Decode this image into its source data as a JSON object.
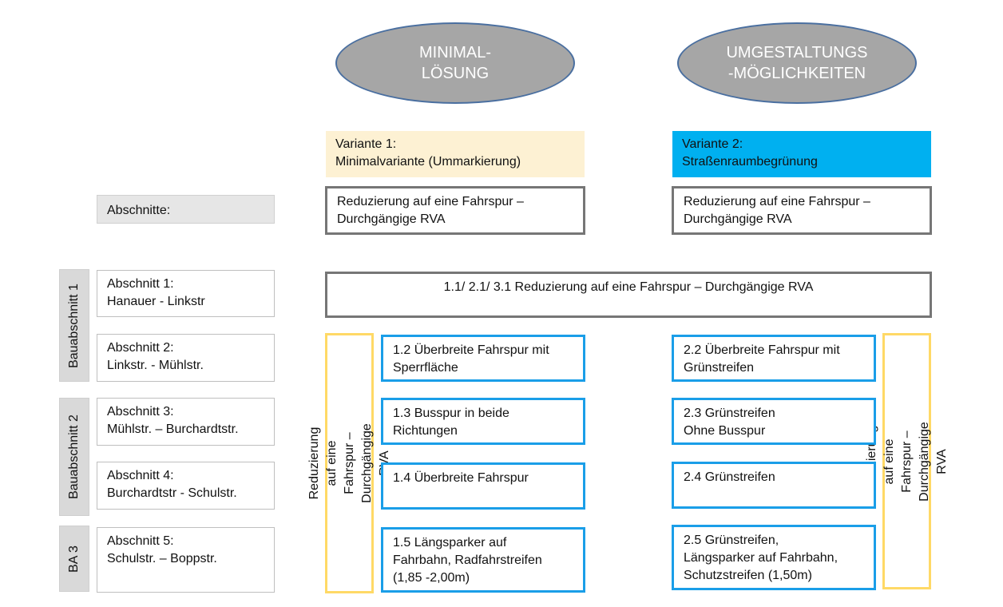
{
  "headers": {
    "minimal": "MINIMAL-\nLÖSUNG",
    "umgestaltung": "UMGESTALTUNGS\n-MÖGLICHKEITEN"
  },
  "variants": {
    "v1": "Variante 1:\nMinimalvariante (Ummarkierung)",
    "v2": "Variante 2:\nStraßenraumbegrünung"
  },
  "abschnitte_label": "Abschnitte:",
  "reduction_top_left": "Reduzierung auf eine Fahrspur –\nDurchgängige RVA",
  "reduction_top_right": "Reduzierung auf eine Fahrspur –\nDurchgängige RVA",
  "bauabschnitte": [
    "Bauabschnitt 1",
    "Bauabschnitt 2",
    "BA 3"
  ],
  "abschnitte": [
    "Abschnitt 1:\nHanauer - Linkstr",
    "Abschnitt 2:\nLinkstr. - Mühlstr.",
    "Abschnitt 3:\nMühlstr. – Burchardtstr.",
    "Abschnitt 4:\nBurchardtstr - Schulstr.",
    "Abschnitt 5:\nSchulstr. – Boppstr."
  ],
  "section1_row": "1.1/ 2.1/ 3.1 Reduzierung auf eine Fahrspur – Durchgängige RVA",
  "vertical_left": "Reduzierung auf eine Fahrspur –\nDurchgängige RVA",
  "vertical_right": "Reduzierung auf eine Fahrspur –\nDurchgängige RVA",
  "options_left": [
    "1.2 Überbreite Fahrspur mit\nSperrfläche",
    "1.3 Busspur in beide\nRichtungen",
    "1.4 Überbreite Fahrspur",
    "1.5 Längsparker auf\nFahrbahn, Radfahrstreifen\n(1,85 -2,00m)"
  ],
  "options_right": [
    "2.2 Überbreite Fahrspur mit\nGrünstreifen",
    "2.3 Grünstreifen\nOhne Busspur",
    "2.4 Grünstreifen",
    "2.5 Grünstreifen,\nLängsparker auf Fahrbahn,\nSchutzstreifen (1,50m)"
  ],
  "colors": {
    "ellipse_fill": "#a6a6a6",
    "ellipse_border": "#4a6fa0",
    "variant1_fill": "#fdf1d3",
    "variant2_fill": "#00b0f0",
    "option_border": "#1a9ee8",
    "vertical_border": "#ffd966"
  }
}
